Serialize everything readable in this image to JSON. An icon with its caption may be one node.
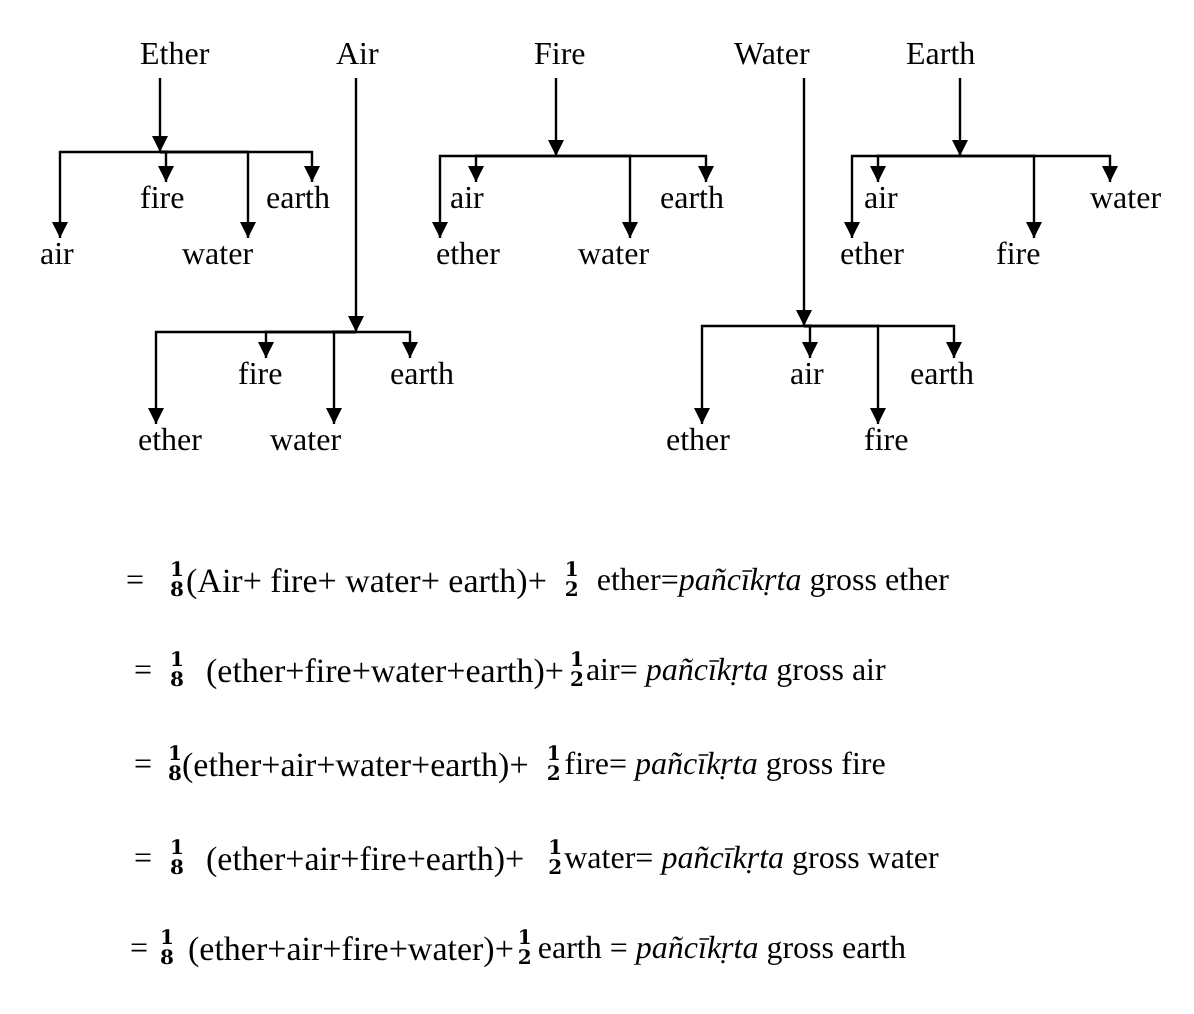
{
  "diagram": {
    "nodes": [
      {
        "text": [
          "Ether"
        ]
      },
      {
        "text": [
          "air"
        ]
      },
      {
        "text": [
          "fire"
        ]
      },
      {
        "text": [
          "water"
        ]
      },
      {
        "text": [
          "earth"
        ]
      },
      {
        "text": [
          "Air"
        ]
      },
      {
        "text": [
          "ether"
        ]
      },
      {
        "text": [
          "fire"
        ]
      },
      {
        "text": [
          "water"
        ]
      },
      {
        "text": [
          "earth"
        ]
      },
      {
        "text": [
          "Fire"
        ]
      },
      {
        "text": [
          "ether"
        ]
      },
      {
        "text": [
          "air"
        ]
      },
      {
        "text": [
          "water"
        ]
      },
      {
        "text": [
          "earth"
        ]
      },
      {
        "text": [
          "Water"
        ]
      },
      {
        "text": [
          "ether"
        ]
      },
      {
        "text": [
          "air"
        ]
      },
      {
        "text": [
          "fire"
        ]
      },
      {
        "text": [
          "earth"
        ]
      },
      {
        "text": [
          "Earth"
        ]
      },
      {
        "text": [
          "ether"
        ]
      },
      {
        "text": [
          "air"
        ]
      },
      {
        "text": [
          "fire"
        ]
      },
      {
        "text": [
          "water"
        ]
      }
    ],
    "edges": [
      {
        "from": 0,
        "to": 1,
        "arrow": "to"
      },
      {
        "from": 0,
        "to": 2,
        "arrow": "to"
      },
      {
        "from": 0,
        "to": 3,
        "arrow": "to"
      },
      {
        "from": 0,
        "to": 4,
        "arrow": "to"
      },
      {
        "from": 5,
        "to": 6,
        "arrow": "to"
      },
      {
        "from": 5,
        "to": 7,
        "arrow": "to"
      },
      {
        "from": 5,
        "to": 8,
        "arrow": "to"
      },
      {
        "from": 5,
        "to": 9,
        "arrow": "to"
      },
      {
        "from": 10,
        "to": 11,
        "arrow": "to"
      },
      {
        "from": 10,
        "to": 12,
        "arrow": "to"
      },
      {
        "from": 10,
        "to": 13,
        "arrow": "to"
      },
      {
        "from": 10,
        "to": 14,
        "arrow": "to"
      },
      {
        "from": 15,
        "to": 16,
        "arrow": "to"
      },
      {
        "from": 15,
        "to": 17,
        "arrow": "to"
      },
      {
        "from": 15,
        "to": 18,
        "arrow": "to"
      },
      {
        "from": 15,
        "to": 19,
        "arrow": "to"
      },
      {
        "from": 20,
        "to": 21,
        "arrow": "to"
      },
      {
        "from": 20,
        "to": 22,
        "arrow": "to"
      },
      {
        "from": 20,
        "to": 23,
        "arrow": "to"
      },
      {
        "from": 20,
        "to": 24,
        "arrow": "to"
      }
    ],
    "labels": [
      "=",
      "1",
      "8",
      "(Air+ fire+ water+ earth)+",
      "1",
      "2",
      "ether=*pañcīkṛta* gross ether",
      "=",
      "1",
      "8",
      "(ether+fire+water+earth)+",
      "1",
      "2",
      "air= *pañcīkṛta* gross air",
      "=",
      "1",
      "8",
      "(ether+air+water+earth)+",
      "1",
      "2",
      "fire= *pañcīkṛta* gross fire",
      "=",
      "1",
      "8",
      "(ether+air+fire+earth)+",
      "1",
      "2",
      "water= *pañcīkṛta* gross water",
      "=",
      "1",
      "8",
      "(ether+air+fire+water)+",
      "1",
      "2",
      "earth = *pañcīkṛta* gross earth"
    ]
  }
}
